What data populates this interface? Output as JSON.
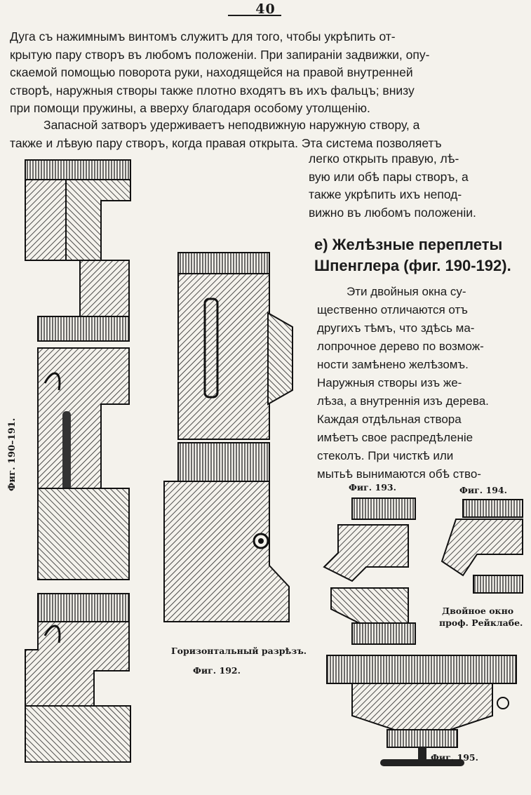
{
  "page_number": "40",
  "paragraph1": [
    "Дуга съ нажимнымъ винтомъ служитъ для того, чтобы укрѣпить от-",
    "крытую пару створъ въ любомъ положеніи. При запираніи задвижки, опу-",
    "скаемой помощью поворота руки, находящейся на правой внутренней",
    "створѣ, наружныя створы также плотно входятъ въ ихъ фальцъ; внизу",
    "при помощи пружины, а вверху благодаря особому утолщенію."
  ],
  "paragraph2": [
    "Запасной затворъ удерживаетъ неподвижную наружную створу, а",
    "также и лѣвую пару створъ, когда правая открыта. Эта система позволяетъ"
  ],
  "paragraph3": [
    "легко открыть правую, лѣ-",
    "вую или обѣ пары створъ, а",
    "также укрѣпить ихъ непод-",
    "вижно въ любомъ положеніи."
  ],
  "heading": [
    "е) Желѣзные переплеты",
    "Шпенглера (фиг. 190-192)."
  ],
  "paragraph4": [
    "Эти двойныя окна су-",
    "щественно отличаются отъ",
    "другихъ тѣмъ, что здѣсь ма-",
    "лопрочное дерево по возмож-",
    "ности замѣнено желѣзомъ.",
    "Наружныя створы изъ же-",
    "лѣза, а внутреннія изъ дерева.",
    "Каждая отдѣльная створа",
    "имѣетъ свое распредѣленіе",
    "стеколъ. При чисткѣ или",
    "мытьѣ вынимаются обѣ ство-"
  ],
  "captions": {
    "fig_190_191": "Фиг. 190–191.",
    "fig_192_title": "Горизонтальный разрѣзъ.",
    "fig_192": "Фиг. 192.",
    "fig_193": "Фиг. 193.",
    "fig_194": "Фиг. 194.",
    "fig_194_note_1": "Двойное окно",
    "fig_194_note_2": "проф. Рейклабе.",
    "fig_195": "Фиг. 195."
  }
}
